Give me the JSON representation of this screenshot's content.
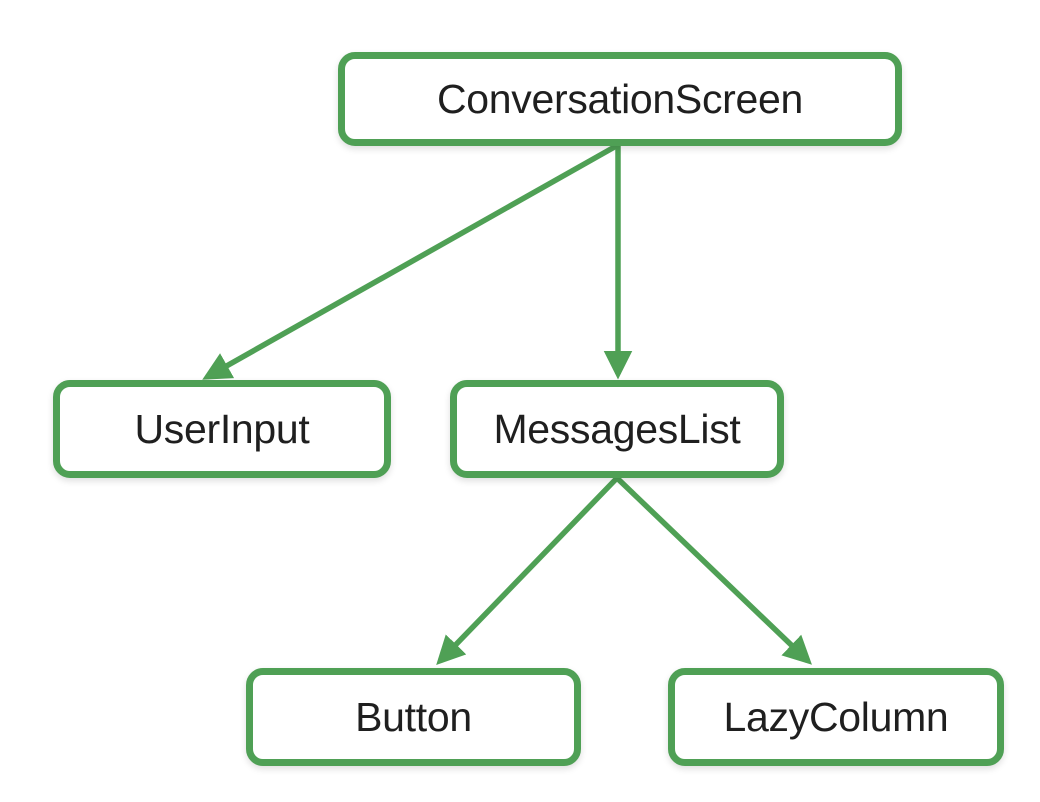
{
  "diagram": {
    "type": "directed-graph",
    "title": "",
    "background_color": "#ffffff",
    "node_border_color": "#4FA055",
    "node_fill_color": "#ffffff",
    "node_text_color": "#1f1f1f",
    "edge_color": "#4FA055",
    "nodes": [
      {
        "id": "conversationscreen",
        "label": "ConversationScreen"
      },
      {
        "id": "userinput",
        "label": "UserInput"
      },
      {
        "id": "messageslist",
        "label": "MessagesList"
      },
      {
        "id": "button",
        "label": "Button"
      },
      {
        "id": "lazycolumn",
        "label": "LazyColumn"
      }
    ],
    "edges": [
      {
        "from": "conversationscreen",
        "to": "userinput",
        "label": ""
      },
      {
        "from": "conversationscreen",
        "to": "messageslist",
        "label": ""
      },
      {
        "from": "messageslist",
        "to": "button",
        "label": ""
      },
      {
        "from": "messageslist",
        "to": "lazycolumn",
        "label": ""
      }
    ]
  }
}
